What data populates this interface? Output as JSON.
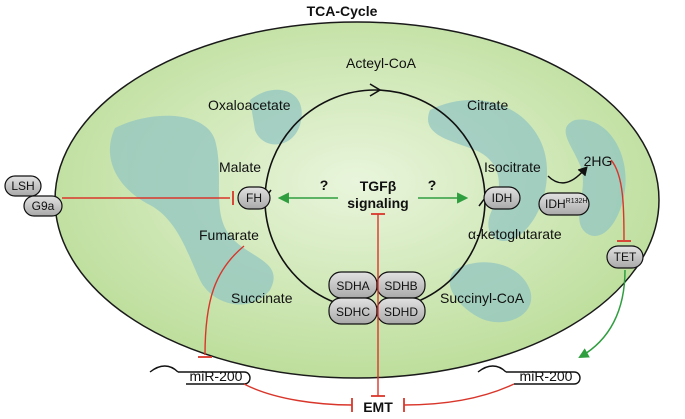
{
  "title": "TCA-Cycle",
  "cycle": {
    "metabolites": {
      "acetyl_coa": "Acteyl-CoA",
      "oxaloacetate": "Oxaloacetate",
      "citrate": "Citrate",
      "malate": "Malate",
      "isocitrate": "Isocitrate",
      "fumarate": "Fumarate",
      "alpha_kg": "α-ketoglutarate",
      "succinate": "Succinate",
      "succinyl_coa": "Succinyl-CoA"
    },
    "center_line1": "TGFβ",
    "center_line2": "signaling",
    "question_left": "?",
    "question_right": "?"
  },
  "enzymes": {
    "fh": "FH",
    "idh": "IDH",
    "idh_mut_base": "IDH",
    "idh_mut_sup": "R132H",
    "tet": "TET",
    "lsh": "LSH",
    "g9a": "G9a",
    "sdha": "SDHA",
    "sdhb": "SDHB",
    "sdhc": "SDHC",
    "sdhd": "SDHD"
  },
  "metabolite_2hg": "2HG",
  "mirna_left": "miR-200",
  "mirna_right": "miR-200",
  "emt": "EMT",
  "colors": {
    "mito_fill": "#cde7b0",
    "mito_edge": "#1a1a1a",
    "cristae": "#93c6c2",
    "pill_fill": "#c9c9c9",
    "inhibit_red": "#d9362b",
    "activate_green": "#2f9e3f"
  }
}
